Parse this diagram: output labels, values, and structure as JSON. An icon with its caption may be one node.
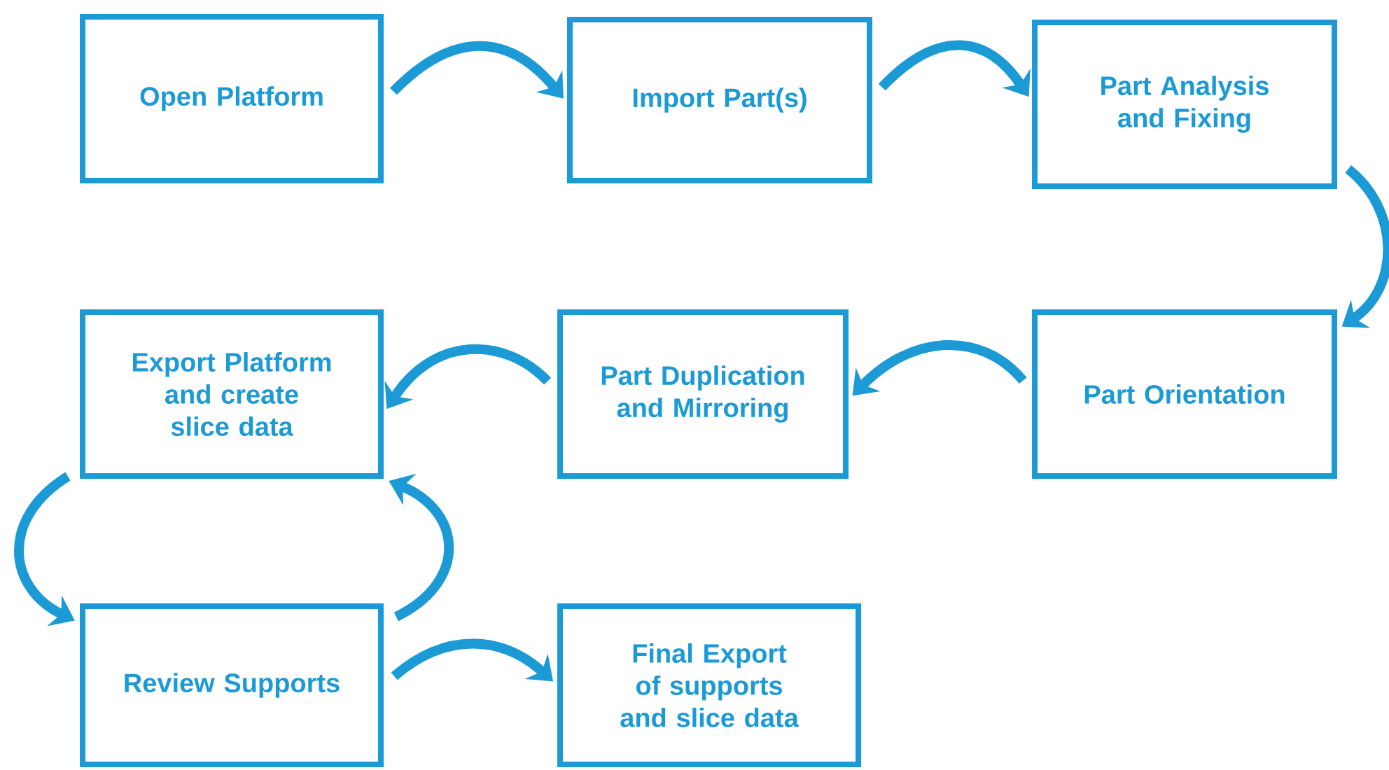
{
  "diagram": {
    "nodes": [
      {
        "text": [
          "Open Platform"
        ]
      },
      {
        "text": [
          "Import Part(s)"
        ]
      },
      {
        "text": [
          "Part Analysis and Fixing"
        ]
      },
      {
        "text": [
          "Part Orientation"
        ]
      },
      {
        "text": [
          "Part Duplication and Mirroring"
        ]
      },
      {
        "text": [
          "Export Platform and create slice data"
        ]
      },
      {
        "text": [
          "Review Supports"
        ]
      },
      {
        "text": [
          "Final Export of supports and slice data"
        ]
      }
    ],
    "edges": [
      {
        "from": 0,
        "to": 1,
        "arrow": "to"
      },
      {
        "from": 1,
        "to": 2,
        "arrow": "to"
      },
      {
        "from": 2,
        "to": 3,
        "arrow": "to"
      },
      {
        "from": 3,
        "to": 4,
        "arrow": "to"
      },
      {
        "from": 4,
        "to": 5,
        "arrow": "to"
      },
      {
        "from": 5,
        "to": 6,
        "arrow": "to"
      },
      {
        "from": 6,
        "to": 5,
        "arrow": "to"
      },
      {
        "from": 6,
        "to": 7,
        "arrow": "to"
      }
    ]
  }
}
